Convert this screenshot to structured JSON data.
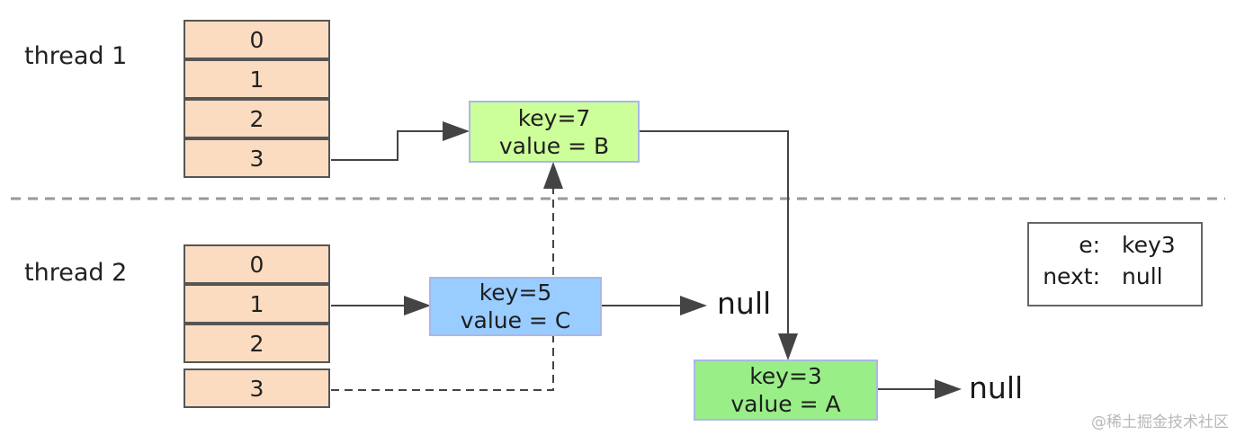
{
  "threads": [
    {
      "label": "thread 1",
      "slots": [
        "0",
        "1",
        "2",
        "3"
      ]
    },
    {
      "label": "thread 2",
      "slots": [
        "0",
        "1",
        "2",
        "3"
      ]
    }
  ],
  "nodes": {
    "b": {
      "key": "key=7",
      "value": "value = B",
      "color": "#ccff99"
    },
    "c": {
      "key": "key=5",
      "value": "value = C",
      "color": "#99ccff"
    },
    "a": {
      "key": "key=3",
      "value": "value = A",
      "color": "#99ee88"
    }
  },
  "null_c": "null",
  "null_a": "null",
  "info": {
    "e_label": "e:",
    "e_value": "key3",
    "next_label": "next:",
    "next_value": "null"
  },
  "watermark": "@稀土掘金技术社区",
  "colors": {
    "bucket": "#fbdcc0",
    "divider": "#999999",
    "arrow": "#444444"
  }
}
